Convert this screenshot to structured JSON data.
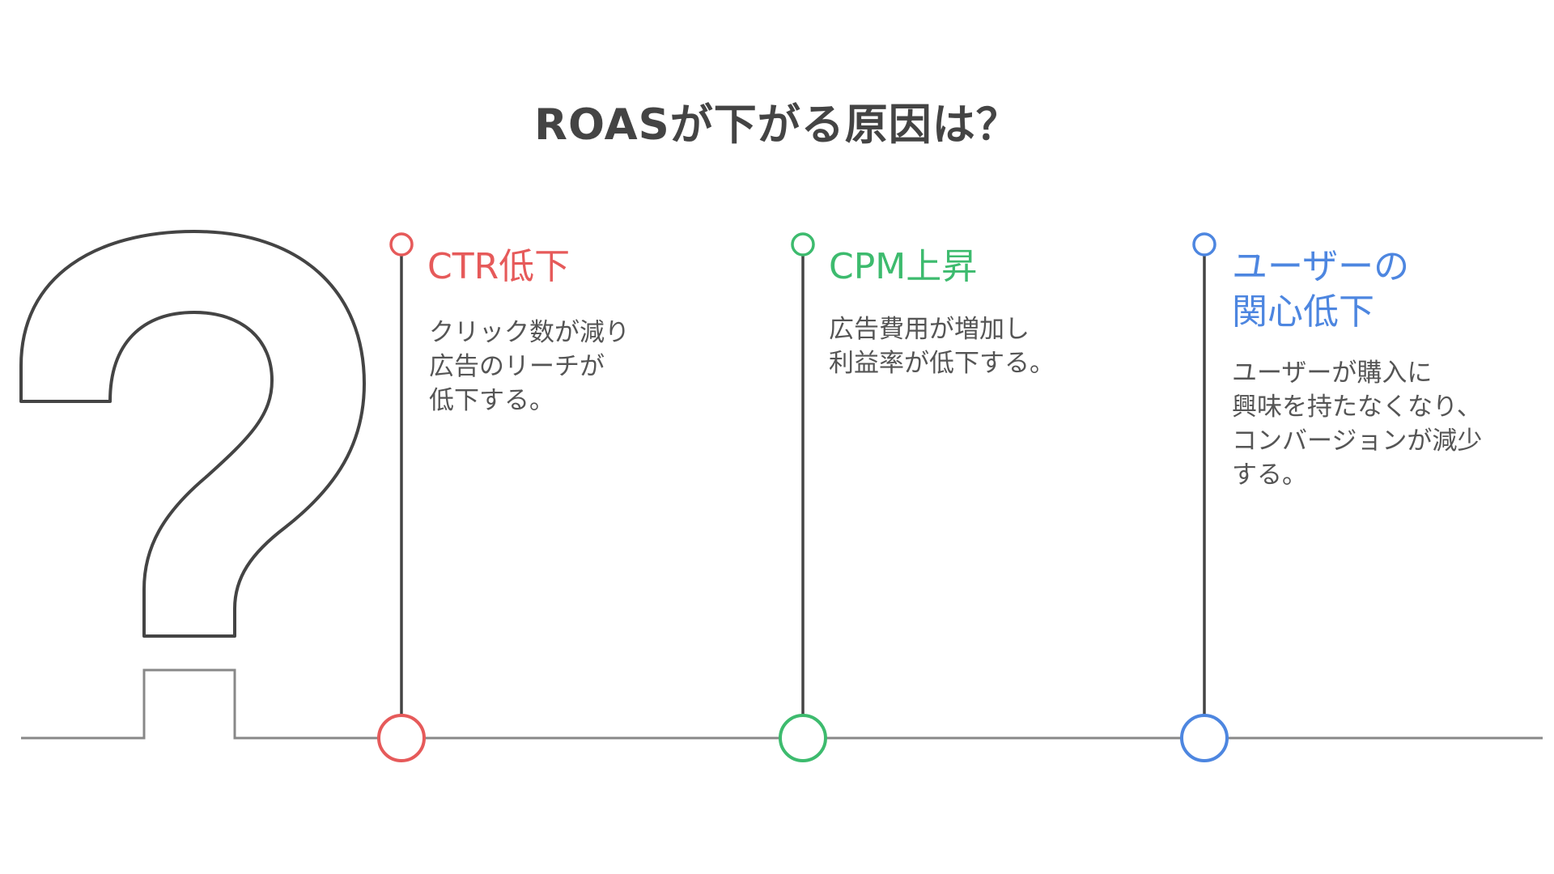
{
  "title": "ROASが下がる原因は？",
  "colors": {
    "red": "#e65a5a",
    "green": "#3dbb6e",
    "blue": "#4d86e0",
    "stroke": "#444444",
    "baseline": "#888888"
  },
  "items": [
    {
      "heading_lines": [
        "CTR低下"
      ],
      "desc_lines": [
        "クリック数が減り",
        "広告のリーチが",
        "低下する。"
      ]
    },
    {
      "heading_lines": [
        "CPM上昇"
      ],
      "desc_lines": [
        "広告費用が増加し",
        "利益率が低下する。"
      ]
    },
    {
      "heading_lines": [
        "ユーザーの",
        "関心低下"
      ],
      "desc_lines": [
        "ユーザーが購入に",
        "興味を持たなくなり、",
        "コンバージョンが減少",
        "する。"
      ]
    }
  ]
}
